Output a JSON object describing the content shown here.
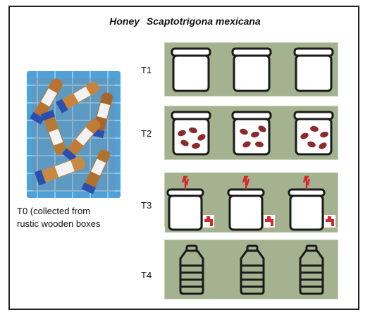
{
  "title": {
    "part1": "Honey",
    "part2": "Scaptotrigona mexicana"
  },
  "photo": {
    "caption_line1": "T0 (collected from",
    "caption_line2": "rustic wooden boxes"
  },
  "treatments": [
    {
      "label": "T1",
      "icon": "empty-jar-icon"
    },
    {
      "label": "T2",
      "icon": "jar-with-beans-icon"
    },
    {
      "label": "T3",
      "icon": "jar-with-valve-and-tap-icon"
    },
    {
      "label": "T4",
      "icon": "bottle-icon"
    }
  ],
  "colors": {
    "panel": "#a4b290",
    "bean": "#8b2a2f",
    "valve": "#d9262c",
    "outline": "#1a1a1a"
  }
}
